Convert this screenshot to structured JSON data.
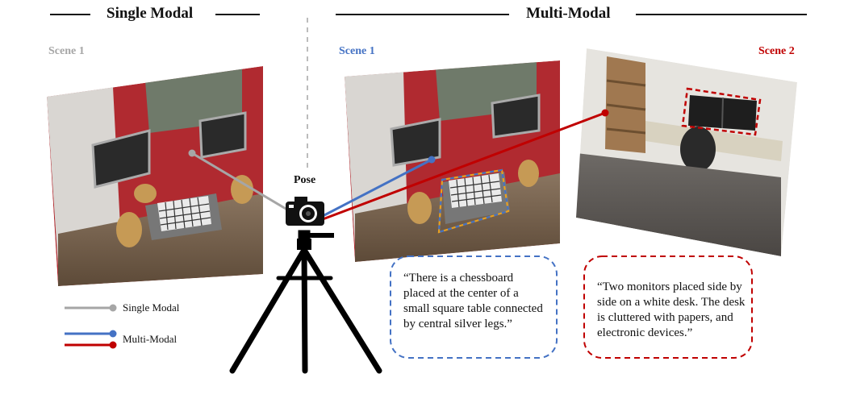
{
  "header": {
    "single_modal_title": "Single Modal",
    "multi_modal_title": "Multi-Modal"
  },
  "scenes": {
    "single_scene1_label": "Scene 1",
    "multi_scene1_label": "Scene 1",
    "multi_scene2_label": "Scene 2"
  },
  "camera": {
    "pose_label": "Pose"
  },
  "captions": {
    "scene1_text": "“There is a chessboard placed at the center of a small square table connected by central silver legs.”",
    "scene2_text": "“Two monitors placed side by side on a white desk. The desk is cluttered with papers, and electronic devices.”"
  },
  "legend": {
    "single_modal_label": "Single Modal",
    "multi_modal_label": "Multi-Modal"
  },
  "colors": {
    "gray": "#a6a6a6",
    "blue": "#4472c4",
    "red": "#c00000",
    "scene1_gray_label": "#a6a6a6",
    "scene1_blue_label": "#4472c4",
    "scene2_red_label": "#c00000"
  }
}
